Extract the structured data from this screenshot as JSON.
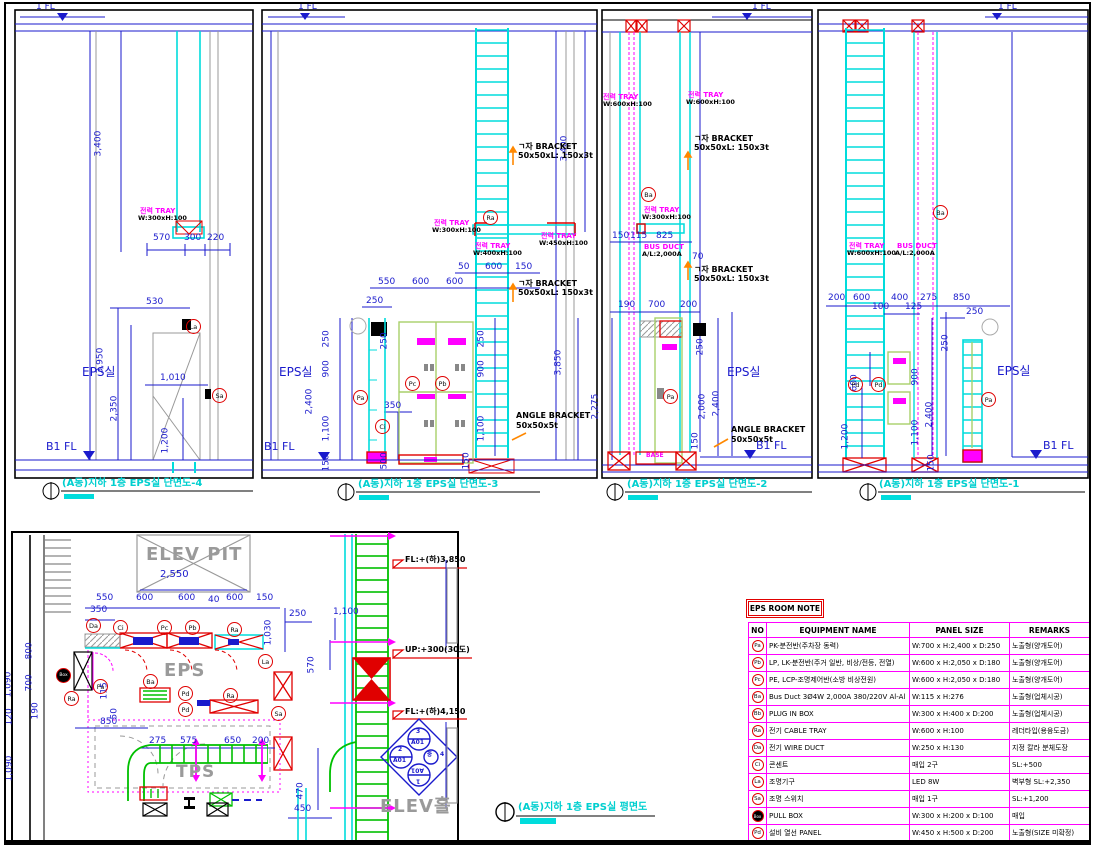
{
  "p1": {
    "fl1": "1 FL",
    "title": "(A동)지하 1층 EPS실 단면도-4",
    "eps": "EPS실",
    "b1fl": "B1 FL",
    "tray": "전력 TRAY",
    "traysz": "W:300xH:100",
    "d3400": "3,400",
    "d570": "570",
    "d300": "300",
    "d220": "220",
    "d530": "530",
    "d3950": "3,950",
    "d2350": "2,350",
    "d1010": "1,010",
    "d1200": "1,200",
    "la": "La",
    "sa": "Sa"
  },
  "p2": {
    "fl1": "1 FL",
    "title": "(A동)지하 1층 EPS실 단면도-3",
    "eps": "EPS실",
    "b1fl": "B1 FL",
    "d3400": "3,400",
    "d3850": "3,850",
    "br1a": "ㄱ자 BRACKET",
    "br1b": "50x50xL: 150x3t",
    "br2a": "ㄱ자 BRACKET",
    "br2b": "50x50xL: 150x3t",
    "ang1": "ANGLE BRACKET",
    "ang2": "50x50x5t",
    "t1": "전력 TRAY",
    "t1s": "W:300xH:100",
    "t2": "전력 TRAY",
    "t2s": "W:400xH:100",
    "t3": "전력 TRAY",
    "t3s": "W:450xH:100",
    "d50": "50",
    "d600a": "600",
    "d150a": "150",
    "d550": "550",
    "d600b": "600",
    "d600c": "600",
    "d250a": "250",
    "d250b": "250",
    "d250c": "250",
    "d250d": "250",
    "d900a": "900",
    "d900b": "900",
    "d2400": "2,400",
    "d1100a": "1,100",
    "d1100b": "1,100",
    "d150b": "150",
    "d150c": "150",
    "d350": "350",
    "d500": "500",
    "ra": "Ra",
    "pa": "Pa",
    "pc": "Pc",
    "pb": "Pb",
    "ci": "Ci"
  },
  "p3": {
    "fl1": "1 FL",
    "title": "(A동)지하 1층 EPS실 단면도-2",
    "eps": "EPS실",
    "b1fl": "B1 FL",
    "tL": "전력 TRAY",
    "tLs": "W:600xH:100",
    "tR": "전력 TRAY",
    "tRs": "W:600xH:100",
    "tM": "전력 TRAY",
    "tMs": "W:300xH:100",
    "bus": "BUS DUCT",
    "buss": "A/L:2,000A",
    "br1a": "ㄱ자 BRACKET",
    "br1b": "50x50xL: 150x3t",
    "br2a": "ㄱ자 BRACKET",
    "br2b": "50x50xL: 150x3t",
    "ang1": "ANGLE BRACKET",
    "ang2": "50x50x5t",
    "base": "BASE",
    "d150": "150",
    "d115": "115",
    "d825": "825",
    "d70": "70",
    "d190": "190",
    "d700": "700",
    "d200": "200",
    "d250": "250",
    "d2275": "2,275",
    "d2000": "2,000",
    "d2400": "2,400",
    "d150b": "150",
    "ba": "Ba",
    "pa": "Pa"
  },
  "p4": {
    "fl1": "1 FL",
    "title": "(A동)지하 1층 EPS실 단면도-1",
    "eps": "EPS실",
    "b1fl": "B1 FL",
    "t": "전력 TRAY",
    "ts": "W:600xH:100",
    "bus": "BUS DUCT",
    "buss": "A/L:2,000A",
    "d200": "200",
    "d600": "600",
    "d100": "100",
    "d400": "400",
    "d125": "125",
    "d275": "275",
    "d850": "850",
    "d250a": "250",
    "d250b": "250",
    "d600b": "600",
    "d900": "900",
    "d2400": "2,400",
    "d1100": "1,100",
    "d1200": "1,200",
    "d150": "150",
    "ba": "Ba",
    "pd1": "Pd",
    "pd2": "Pd",
    "pa": "Pa"
  },
  "plan": {
    "title": "(A동)지하 1층 EPS실 평면도",
    "elev_pit": "ELEV PIT",
    "eps": "EPS",
    "tps": "TPS",
    "elev_hall": "ELEV홀",
    "fl_a": "FL:+(하)3,850",
    "up": "UP:+300(30도)",
    "fl_b": "FL:+(하)4,150",
    "d2550": "2,550",
    "d550": "550",
    "d600a": "600",
    "d600b": "600",
    "d40": "40",
    "d600c": "600",
    "d150": "150",
    "d350": "350",
    "d1030": "1,030",
    "d250": "250",
    "d570": "570",
    "d1100": "1,100",
    "d1090a": "1,090",
    "d800": "800",
    "d700": "700",
    "d120": "120",
    "d1090b": "1,090",
    "d190": "190",
    "d115": "115",
    "d50": "50",
    "d850": "850",
    "d275": "275",
    "d575": "575",
    "d650": "650",
    "d200": "200",
    "d470": "470",
    "d450": "450",
    "da": "Da",
    "ci": "Ci",
    "pc": "Pc",
    "pb": "Pb",
    "ra1": "Ra",
    "la": "La",
    "pa": "Pa",
    "ba": "Ba",
    "box": "Box",
    "ra2": "Ra",
    "pd1": "Pd",
    "pd2": "Pd",
    "ra3": "Ra",
    "sa": "Sa",
    "dia_t1": "3",
    "dia_t2": "A01",
    "dia_l1": "2",
    "dia_l2": "A01",
    "dia_b1": "A01",
    "dia_b2": "1",
    "dia_c": "중",
    "dia_r": "4"
  },
  "note": {
    "title": "EPS ROOM NOTE",
    "h_no": "NO",
    "h_name": "EQUIPMENT NAME",
    "h_size": "PANEL SIZE",
    "h_rem": "REMARKS",
    "rows": [
      {
        "no": "Pa",
        "name": "PK-분전반(주차장 동력)",
        "size": "W:700 x H:2,400 x D:250",
        "rem": "노출형(양개도어)"
      },
      {
        "no": "Pb",
        "name": "LP, LK-분전반(주거 일반, 비상/전등, 전열)",
        "size": "W:600 x H:2,050 x D:180",
        "rem": "노출형(양개도어)"
      },
      {
        "no": "Pc",
        "name": "PE, LCP-조명제어반(소방 비상전원)",
        "size": "W:600 x H:2,050 x D:180",
        "rem": "노출형(양개도어)"
      },
      {
        "no": "Ba",
        "name": "Bus Duct 3Ø4W 2,000A 380/220V Al-Al",
        "size": "W:115 x H:276",
        "rem": "노출형(업체시공)"
      },
      {
        "no": "Bb",
        "name": "PLUG IN BOX",
        "size": "W:300 x H:400 x D:200",
        "rem": "노출형(업체시공)"
      },
      {
        "no": "Ra",
        "name": "전기 CABLE TRAY",
        "size": "W:600 x H:100",
        "rem": "레더타입(용융도금)"
      },
      {
        "no": "Da",
        "name": "전기 WIRE DUCT",
        "size": "W:250 x H:130",
        "rem": "지정 칼라 분체도장"
      },
      {
        "no": "Ci",
        "name": "콘센트",
        "size": "매입 2구",
        "rem": "SL:+500"
      },
      {
        "no": "La",
        "name": "조명기구",
        "size": "LED 8W",
        "rem": "벽부형 SL:+2,350"
      },
      {
        "no": "Sa",
        "name": "조명 스위치",
        "size": "매입 1구",
        "rem": "SL:+1,200"
      },
      {
        "no": "Box",
        "name": "PULL BOX",
        "size": "W:300 x H:200 x D:100",
        "rem": "매입"
      },
      {
        "no": "Pd",
        "name": "설비 열선 PANEL",
        "size": "W:450 x H:500 x D:200",
        "rem": "노출형(SIZE 미확정)"
      }
    ]
  }
}
